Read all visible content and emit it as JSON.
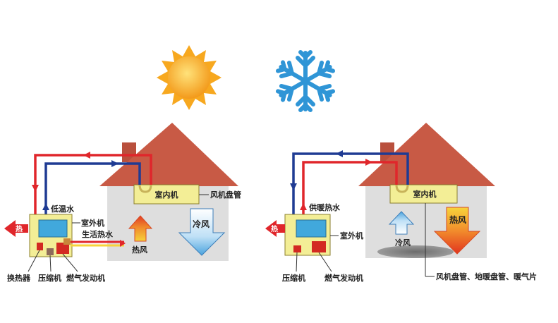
{
  "summer": {
    "indoor_unit": "室内机",
    "fan_coil": "风机盘管",
    "outdoor_unit": "室外机",
    "low_temp_water": "低温水",
    "domestic_hot_water": "生活热水",
    "hot_air": "热风",
    "cold_air": "冷风",
    "heat_out": "热",
    "heat_exchanger": "换热器",
    "compressor": "压缩机",
    "gas_engine": "燃气发动机"
  },
  "winter": {
    "indoor_unit": "室内机",
    "heating_hot_water": "供暖热水",
    "outdoor_unit": "室外机",
    "cold_air": "冷风",
    "hot_air": "热风",
    "heat_out": "热",
    "compressor": "压缩机",
    "gas_engine": "燃气发动机",
    "terminals": "风机盘管、地暖盘管、暖气片"
  },
  "icons": {
    "summer": "sun-icon",
    "winter": "snowflake-icon"
  },
  "colors": {
    "hot_pipe": "#e0262b",
    "cold_pipe": "#1f3b93",
    "roof": "#c85a45",
    "wall": "#dedede",
    "unit_yellow": "#f3ee96",
    "unit_border": "#8b7f2e",
    "sun": "#f7b32b",
    "snow": "#2f95d6",
    "screen_blue": "#41a8dc",
    "engine_red": "#d32a22"
  }
}
